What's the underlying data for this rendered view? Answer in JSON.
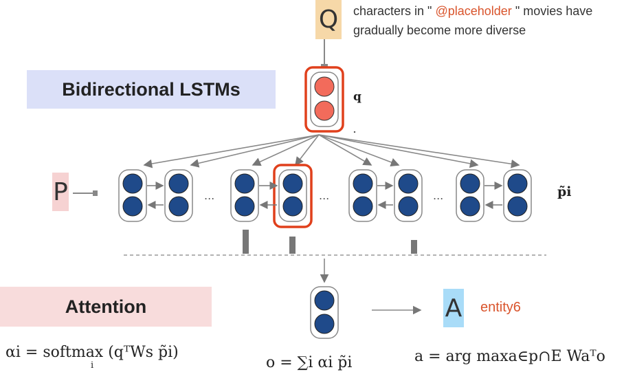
{
  "question": {
    "symbol": "Q",
    "text_before": "characters in \"",
    "placeholder": "@placeholder",
    "text_after": "\" movies have gradually become more diverse"
  },
  "banners": {
    "lstm": "Bidirectional LSTMs",
    "attention": "Attention"
  },
  "labels": {
    "q": "q",
    "passage": "P",
    "p_tilde_i": "p̃i",
    "answer": "A",
    "entity": "entity6",
    "ellipsis": "..."
  },
  "equations": {
    "alpha": "αi  =  softmax (qᵀWs p̃i)",
    "alpha_subscript": "i",
    "output": "o  =  ∑i αi p̃i",
    "answer": "a = arg maxa∈p∩E Waᵀo"
  },
  "colors": {
    "q_node": "#f26b5b",
    "passage_node": "#1f4a8a",
    "highlight_border": "#e0401c",
    "placeholder_text": "#d9542c",
    "lstm_banner": "#dbe0f8",
    "attention_banner": "#f8dcdc",
    "answer_box": "#a9dcf8",
    "q_box": "#f6d8a8",
    "p_box": "#f6d2d2"
  }
}
